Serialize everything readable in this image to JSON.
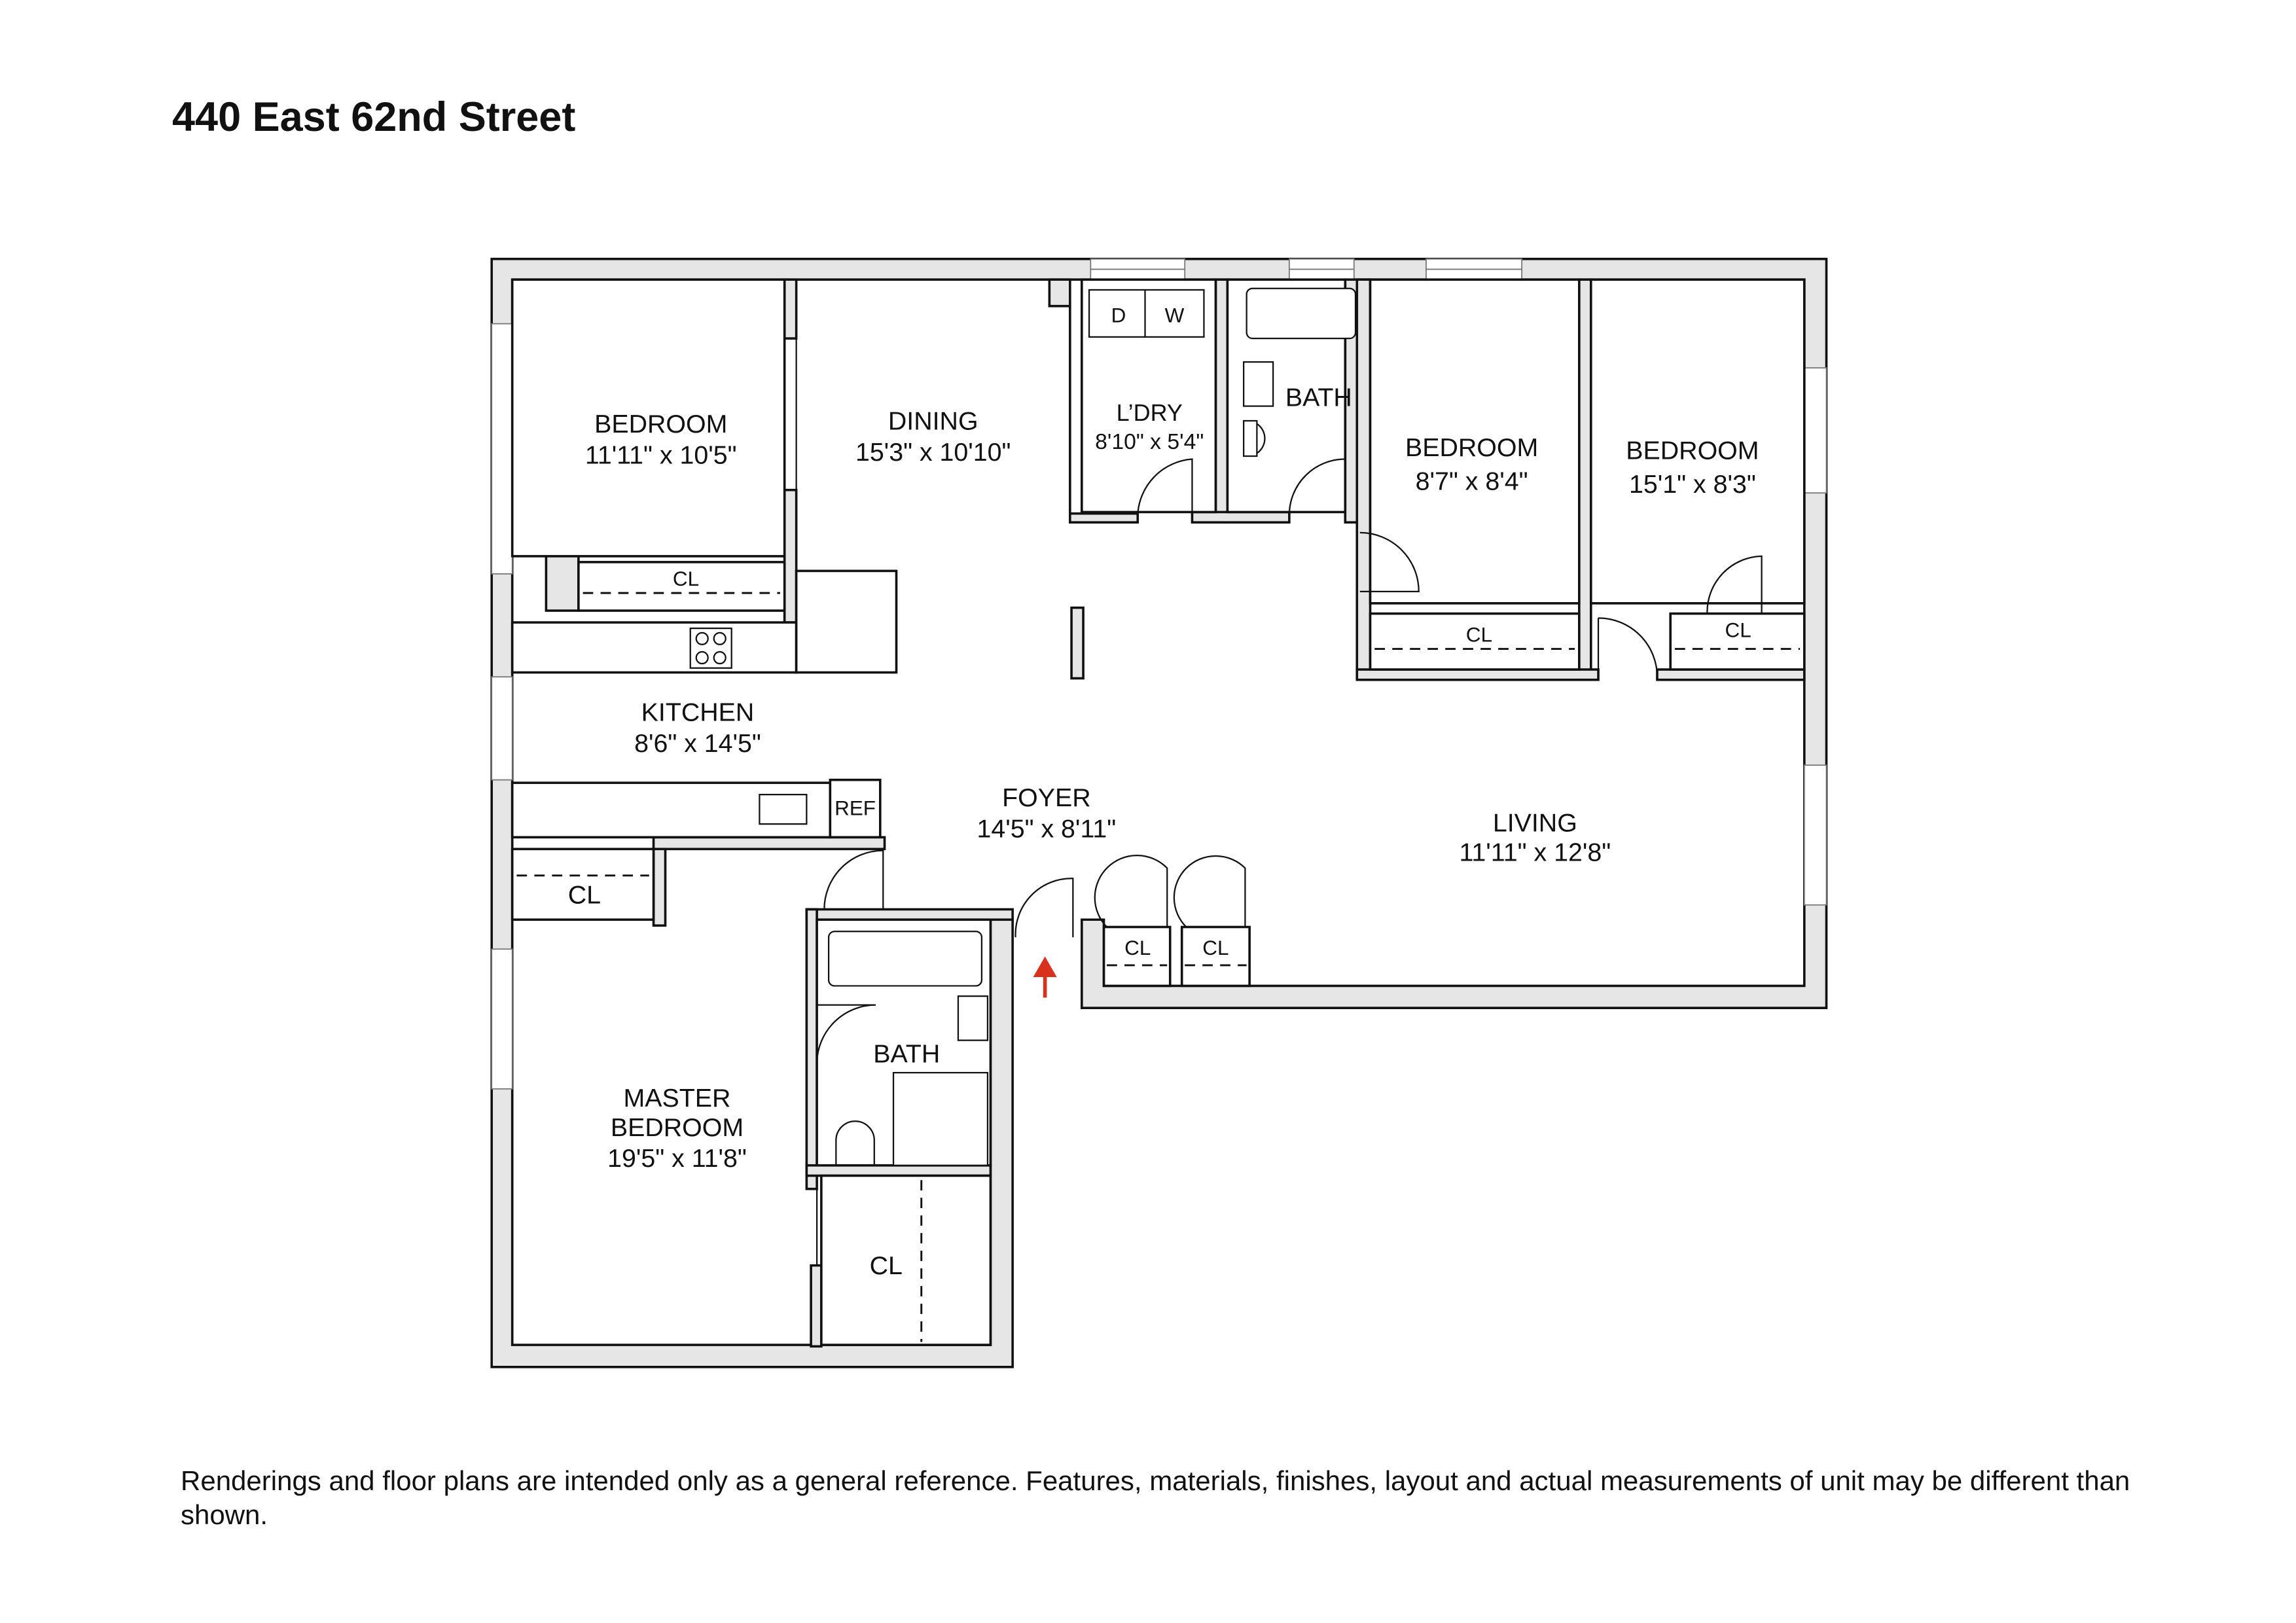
{
  "title": "440 East 62nd Street",
  "disclaimer": "Renderings and floor plans are intended only as a general reference. Features, materials, finishes, layout and actual measurements of unit may be different than shown.",
  "rooms": {
    "bedroom1": {
      "name": "BEDROOM",
      "size": "11'11\" x 10'5\""
    },
    "dining": {
      "name": "DINING",
      "size": "15'3\" x 10'10\""
    },
    "laundry": {
      "name": "L’DRY",
      "size": "8'10\" x 5'4\""
    },
    "bath1": {
      "name": "BATH"
    },
    "bedroom2": {
      "name": "BEDROOM",
      "size": "8'7\" x 8'4\""
    },
    "bedroom3": {
      "name": "BEDROOM",
      "size": "15'1\" x 8'3\""
    },
    "kitchen": {
      "name": "KITCHEN",
      "size": "8'6\" x 14'5\""
    },
    "foyer": {
      "name": "FOYER",
      "size": "14'5\" x 8'11\""
    },
    "living": {
      "name": "LIVING",
      "size": "11'11\" x 12'8\""
    },
    "bath2": {
      "name": "BATH"
    },
    "master": {
      "name1": "MASTER",
      "name2": "BEDROOM",
      "size": "19'5\" x 11'8\""
    }
  },
  "fixtures": {
    "dryer": "D",
    "washer": "W",
    "fridge": "REF",
    "closet": "CL"
  },
  "colors": {
    "wall": "#e6e6e6",
    "entry_arrow": "#d8321e"
  }
}
